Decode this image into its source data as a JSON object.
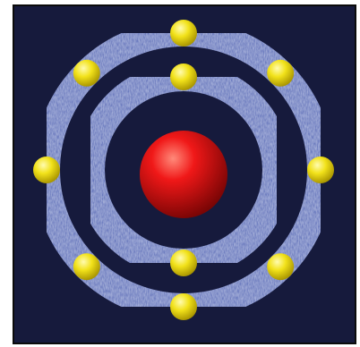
{
  "atom_model": {
    "nucleus": {
      "color": "#e01010"
    },
    "shells": [
      {
        "name": "inner-shell",
        "electron_count": 2,
        "start_angle_deg": -90
      },
      {
        "name": "outer-shell",
        "electron_count": 8,
        "start_angle_deg": -90
      }
    ],
    "colors": {
      "background": "#161a3c",
      "frame": "#0b0b0b",
      "ring": "#4a5fb4",
      "ring_light": "#6f86d0",
      "electron": "#f2e21a",
      "electron_light": "#fffbb0"
    }
  }
}
